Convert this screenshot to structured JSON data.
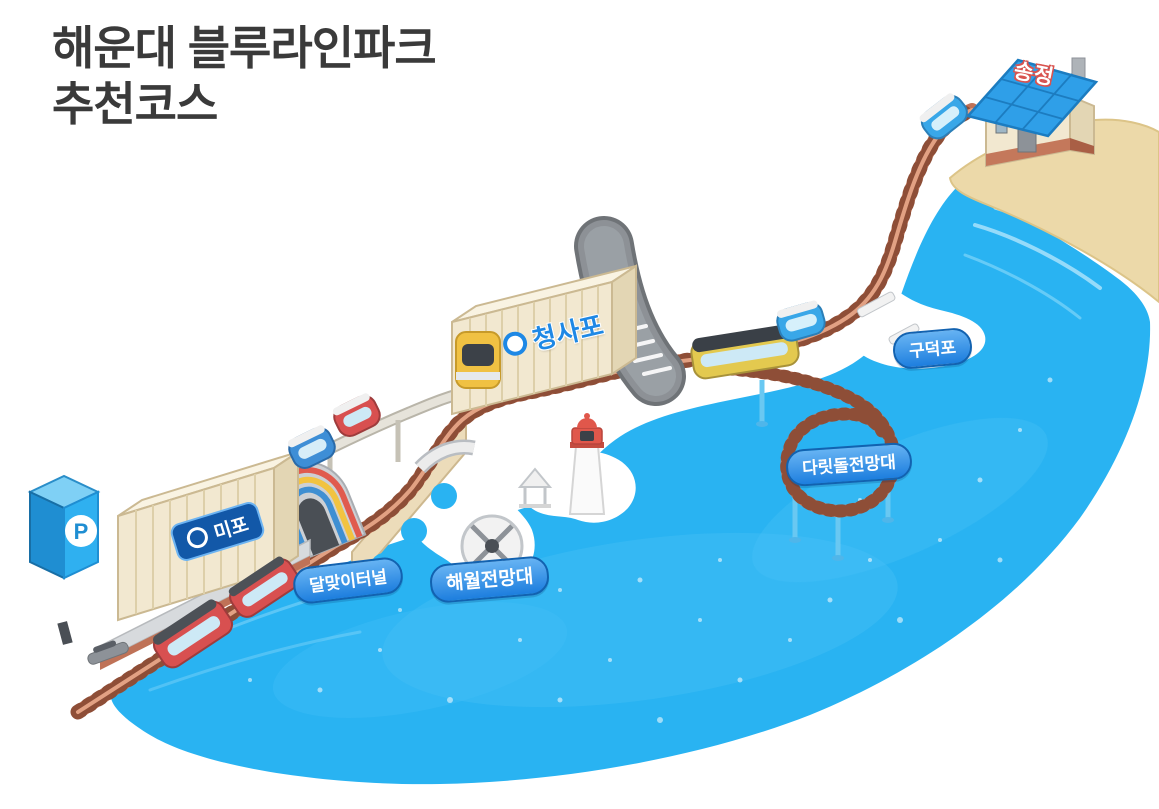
{
  "title": {
    "line1": "해운대 블루라인파크",
    "line2": "추천코스"
  },
  "stations": {
    "mipo": {
      "label": "미포"
    },
    "cheongsapo": {
      "label": "청사포"
    },
    "songjeong": {
      "label": "송정"
    }
  },
  "landmarks": {
    "dalmaji_tunnel": {
      "label": "달맞이터널"
    },
    "haewol_observatory": {
      "label": "해월전망대"
    },
    "daritdol_observatory": {
      "label": "다릿돌전망대"
    },
    "gudeokpo": {
      "label": "구덕포"
    }
  },
  "parking": {
    "label": "P"
  },
  "colors": {
    "water": "#29b3f2",
    "sand": "#ecd9a9",
    "track_brick": "#bf7257",
    "label_blue": "#1d7ede",
    "title_text": "#3a3a3a"
  }
}
